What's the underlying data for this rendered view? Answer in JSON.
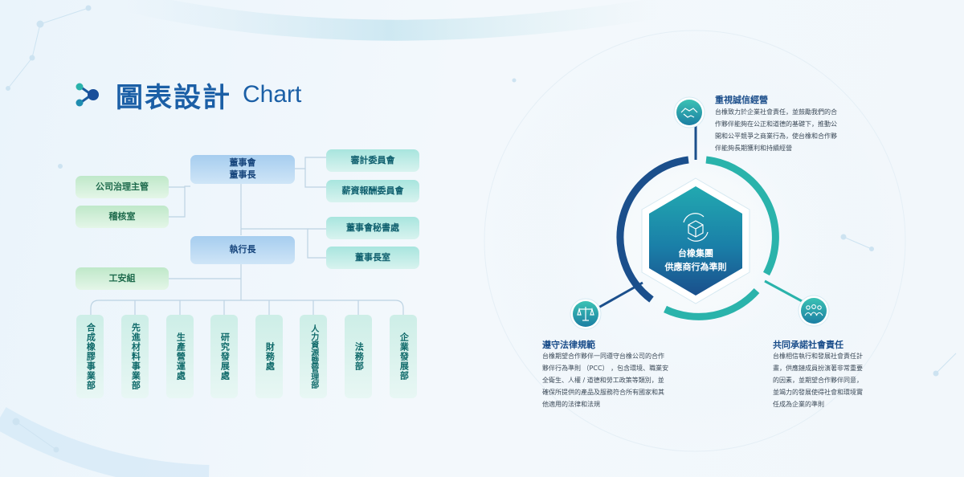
{
  "header": {
    "title_zh": "圖表設計",
    "title_en": "Chart"
  },
  "org_chart": {
    "board": [
      "董事會",
      "董事長"
    ],
    "audit_committee": "審計委員會",
    "compensation_committee": "薪資報酬委員會",
    "corporate_governance_officer": "公司治理主管",
    "audit_office": "稽核室",
    "board_secretariat": "董事會秘書處",
    "chairman_office": "董事長室",
    "ceo": "執行長",
    "safety_group": "工安組",
    "divisions": [
      "合成橡膠事業部",
      "先進材料事業部",
      "生產營運處",
      "研究發展處",
      "財務處",
      "人力資源暨管理部",
      "法務部",
      "企業發展部"
    ]
  },
  "conduct_diagram": {
    "center_lines": [
      "台橡集團",
      "供應商行為準則"
    ],
    "sections": [
      {
        "title": "重視誠信經營",
        "icon": "handshake-icon",
        "lines": [
          "台橡致力於企業社會責任，並鼓勵我們的合",
          "作夥伴能夠在公正和道德的基礎下，推動公",
          "開和公平競爭之商業行為，使台橡和合作夥",
          "伴能夠長期獲利和持續經營"
        ]
      },
      {
        "title": "遵守法律規範",
        "icon": "scale-icon",
        "lines": [
          "台橡期望合作夥伴一同遵守台橡公司的合作",
          "夥伴行為準則 （PCC） ，包含環境、職業安",
          "全衛生、人權 / 道德和勞工政策等類別，並",
          "確保所提供的產品及服務符合所有國家和其",
          "他適用的法律和法規"
        ]
      },
      {
        "title": "共同承諾社會責任",
        "icon": "people-icon",
        "lines": [
          "台橡相信執行和發展社會責任計",
          "畫，供應鏈成員扮演著非常重要",
          "的因素，並期望合作夥伴同意，",
          "並竭力的發展使得社會和環境實",
          "任成為企業的準則"
        ]
      }
    ],
    "colors": {
      "navy": "#1b4f8c",
      "teal": "#2ab3ab",
      "gradient_teal": "#1e8fa4"
    }
  }
}
